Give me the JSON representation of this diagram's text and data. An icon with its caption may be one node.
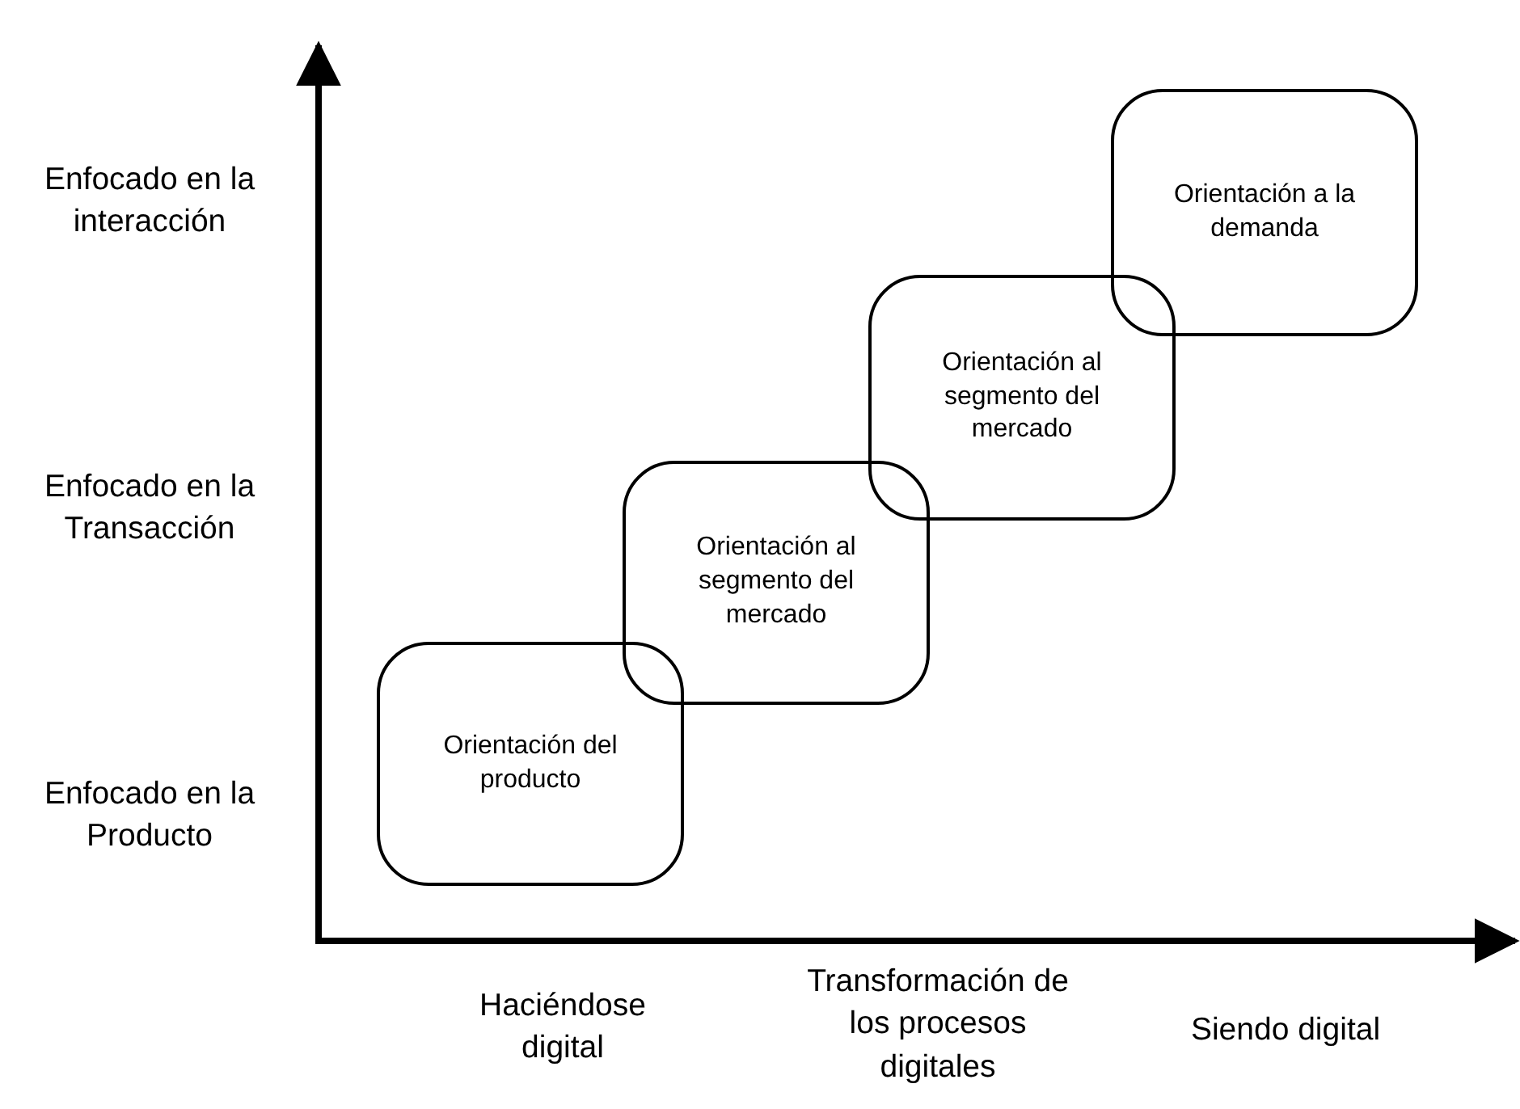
{
  "diagram": {
    "nodes": [
      {
        "text": [
          "Orientación del producto"
        ]
      },
      {
        "text": [
          "Orientación al segmento del mercado"
        ]
      },
      {
        "text": [
          "Orientación al segmento del mercado"
        ]
      },
      {
        "text": [
          "Orientación a la demanda"
        ]
      }
    ],
    "labels": [
      "Enfocado en la interacción",
      "Enfocado en la Transacción",
      "Enfocado en la Producto",
      "Haciéndose digital",
      "Transformación de los procesos digitales",
      "Siendo digital"
    ]
  }
}
